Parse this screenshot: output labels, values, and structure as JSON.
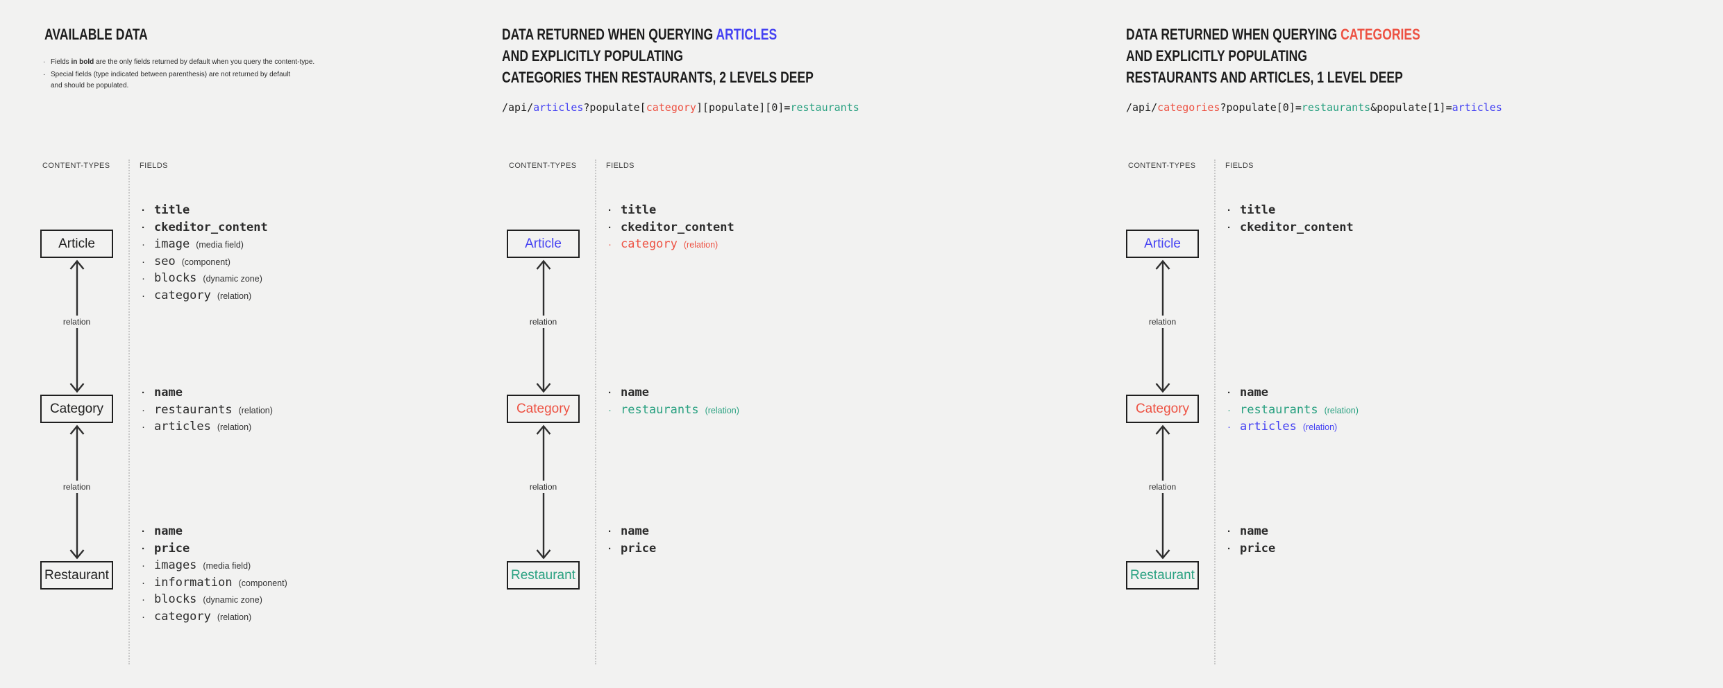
{
  "canvas": {
    "background": "#f2f2f1"
  },
  "colors": {
    "dark": "#212121",
    "text": "#2b2b2b",
    "type": "#333333",
    "blue": "#4441f2",
    "red": "#ed5243",
    "teal": "#2aa181",
    "line": "#2e2e2e",
    "box_border": "#1f1f1f"
  },
  "shared": {
    "bullet": "·",
    "content_types_label": "CONTENT-TYPES",
    "fields_label": "FIELDS",
    "relation_label": "relation"
  },
  "columns": [
    {
      "name": "available-data",
      "title_lines": [
        [
          {
            "text": "AVAILABLE DATA"
          }
        ]
      ],
      "notes": [
        [
          {
            "text": "Fields "
          },
          {
            "text": "in bold",
            "bold": true
          },
          {
            "text": " are the only fields returned by default when you query the content-type."
          }
        ],
        [
          {
            "text": "Special fields (type indicated between parenthesis) are not returned by default\nand should be populated."
          }
        ]
      ],
      "api_segments": [],
      "nodes": [
        {
          "label": "Article",
          "color": "dark",
          "fields": [
            {
              "name": "title",
              "bold": true
            },
            {
              "name": "ckeditor_content",
              "bold": true
            },
            {
              "name": "image",
              "type": "(media field)"
            },
            {
              "name": "seo",
              "type": "(component)"
            },
            {
              "name": "blocks",
              "type": "(dynamic zone)"
            },
            {
              "name": "category",
              "type": "(relation)"
            }
          ]
        },
        {
          "label": "Category",
          "color": "dark",
          "fields": [
            {
              "name": "name",
              "bold": true
            },
            {
              "name": "restaurants",
              "type": "(relation)"
            },
            {
              "name": "articles",
              "type": "(relation)"
            }
          ]
        },
        {
          "label": "Restaurant",
          "color": "dark",
          "fields": [
            {
              "name": "name",
              "bold": true
            },
            {
              "name": "price",
              "bold": true
            },
            {
              "name": "images",
              "type": "(media field)"
            },
            {
              "name": "information",
              "type": "(component)"
            },
            {
              "name": "blocks",
              "type": "(dynamic zone)"
            },
            {
              "name": "category",
              "type": "(relation)"
            }
          ]
        }
      ]
    },
    {
      "name": "query-articles",
      "title_lines": [
        [
          {
            "text": "DATA RETURNED WHEN QUERYING "
          },
          {
            "text": "ARTICLES",
            "color": "blue"
          }
        ],
        [
          {
            "text": "AND EXPLICITLY POPULATING"
          }
        ],
        [
          {
            "text": "CATEGORIES THEN RESTAURANTS, 2 LEVELS DEEP"
          }
        ]
      ],
      "notes": [],
      "api_segments": [
        {
          "text": "/api/"
        },
        {
          "text": "articles",
          "color": "blue"
        },
        {
          "text": "?populate["
        },
        {
          "text": "category",
          "color": "red"
        },
        {
          "text": "][populate][0]="
        },
        {
          "text": "restaurants",
          "color": "teal"
        }
      ],
      "nodes": [
        {
          "label": "Article",
          "color": "blue",
          "fields": [
            {
              "name": "title",
              "bold": true
            },
            {
              "name": "ckeditor_content",
              "bold": true
            },
            {
              "name": "category",
              "type": "(relation)",
              "color": "red"
            }
          ]
        },
        {
          "label": "Category",
          "color": "red",
          "fields": [
            {
              "name": "name",
              "bold": true
            },
            {
              "name": "restaurants",
              "type": "(relation)",
              "color": "teal"
            }
          ]
        },
        {
          "label": "Restaurant",
          "color": "teal",
          "fields": [
            {
              "name": "name",
              "bold": true
            },
            {
              "name": "price",
              "bold": true
            }
          ]
        }
      ]
    },
    {
      "name": "query-categories",
      "title_lines": [
        [
          {
            "text": "DATA RETURNED WHEN QUERYING "
          },
          {
            "text": "CATEGORIES",
            "color": "red"
          }
        ],
        [
          {
            "text": "AND EXPLICITLY POPULATING"
          }
        ],
        [
          {
            "text": "RESTAURANTS AND ARTICLES, 1 LEVEL DEEP"
          }
        ]
      ],
      "notes": [],
      "api_segments": [
        {
          "text": "/api/"
        },
        {
          "text": "categories",
          "color": "red"
        },
        {
          "text": "?populate[0]="
        },
        {
          "text": "restaurants",
          "color": "teal"
        },
        {
          "text": "&populate[1]="
        },
        {
          "text": "articles",
          "color": "blue"
        }
      ],
      "nodes": [
        {
          "label": "Article",
          "color": "blue",
          "fields": [
            {
              "name": "title",
              "bold": true
            },
            {
              "name": "ckeditor_content",
              "bold": true
            }
          ]
        },
        {
          "label": "Category",
          "color": "red",
          "fields": [
            {
              "name": "name",
              "bold": true
            },
            {
              "name": "restaurants",
              "type": "(relation)",
              "color": "teal"
            },
            {
              "name": "articles",
              "type": "(relation)",
              "color": "blue"
            }
          ]
        },
        {
          "label": "Restaurant",
          "color": "teal",
          "fields": [
            {
              "name": "name",
              "bold": true
            },
            {
              "name": "price",
              "bold": true
            }
          ]
        }
      ]
    }
  ]
}
